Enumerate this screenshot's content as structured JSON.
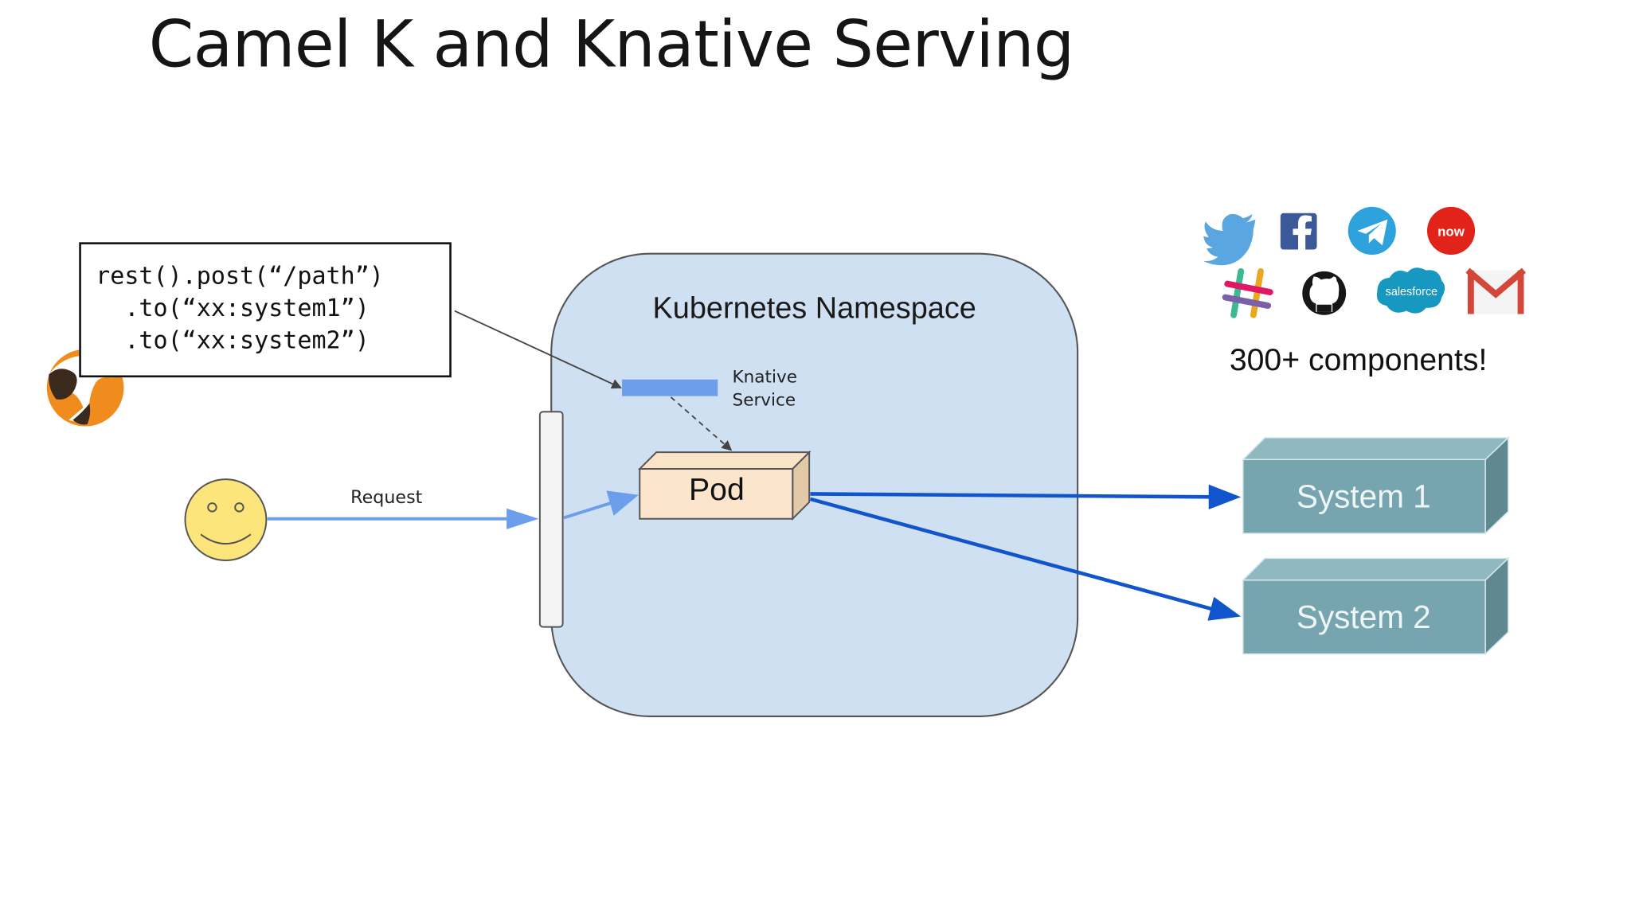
{
  "slide": {
    "title": "Camel K and Knative Serving"
  },
  "code": {
    "lines": [
      "rest().post(“/path”)",
      "  .to(“xx:system1”)",
      "  .to(“xx:system2”)"
    ]
  },
  "diagram": {
    "namespace_label": "Kubernetes Namespace",
    "knative_service_label": [
      "Knative",
      "Service"
    ],
    "pod_label": "Pod",
    "request_label": "Request",
    "systems": [
      "System 1",
      "System 2"
    ],
    "components_label": "300+ components!"
  },
  "icons": [
    "camel-k-logo-icon",
    "smiley-user-icon",
    "twitter-icon",
    "facebook-icon",
    "telegram-icon",
    "servicenow-icon",
    "slack-icon",
    "github-icon",
    "salesforce-icon",
    "gmail-icon"
  ],
  "logo_text": {
    "servicenow": "now",
    "salesforce": "salesforce"
  },
  "colors": {
    "namespace_fill": "#cfe0f3",
    "knative_service": "#6d9eeb",
    "pod_fill": "#fce5cd",
    "system_fill": "#76a5af",
    "request_arrow": "#6d9eeb",
    "pod_arrows": "#1155cc",
    "smiley": "#fce57a"
  }
}
